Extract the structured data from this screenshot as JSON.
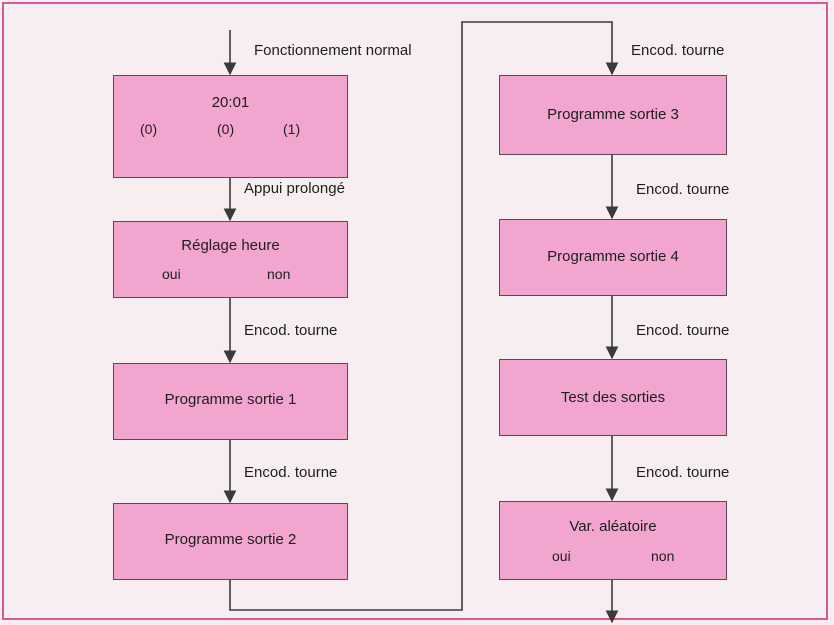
{
  "colors": {
    "box_fill": "#f2a6cf",
    "frame_border": "#d9589a",
    "line": "#3a3a3a",
    "background": "#f6eef1"
  },
  "left_column": {
    "start_label": "Fonctionnement normal",
    "boxes": [
      {
        "title": "20:01",
        "values": [
          "(0)",
          "(0)",
          "(1)"
        ]
      },
      {
        "title": "Réglage heure",
        "options": [
          "oui",
          "non"
        ]
      },
      {
        "title": "Programme sortie 1"
      },
      {
        "title": "Programme sortie 2"
      }
    ],
    "transitions": [
      "Appui prolongé",
      "Encod. tourne",
      "Encod. tourne"
    ]
  },
  "right_column": {
    "start_label": "Encod. tourne",
    "boxes": [
      {
        "title": "Programme sortie 3"
      },
      {
        "title": "Programme sortie 4"
      },
      {
        "title": "Test des sorties"
      },
      {
        "title": "Var. aléatoire",
        "options": [
          "oui",
          "non"
        ]
      }
    ],
    "transitions": [
      "Encod. tourne",
      "Encod. tourne",
      "Encod. tourne"
    ]
  }
}
